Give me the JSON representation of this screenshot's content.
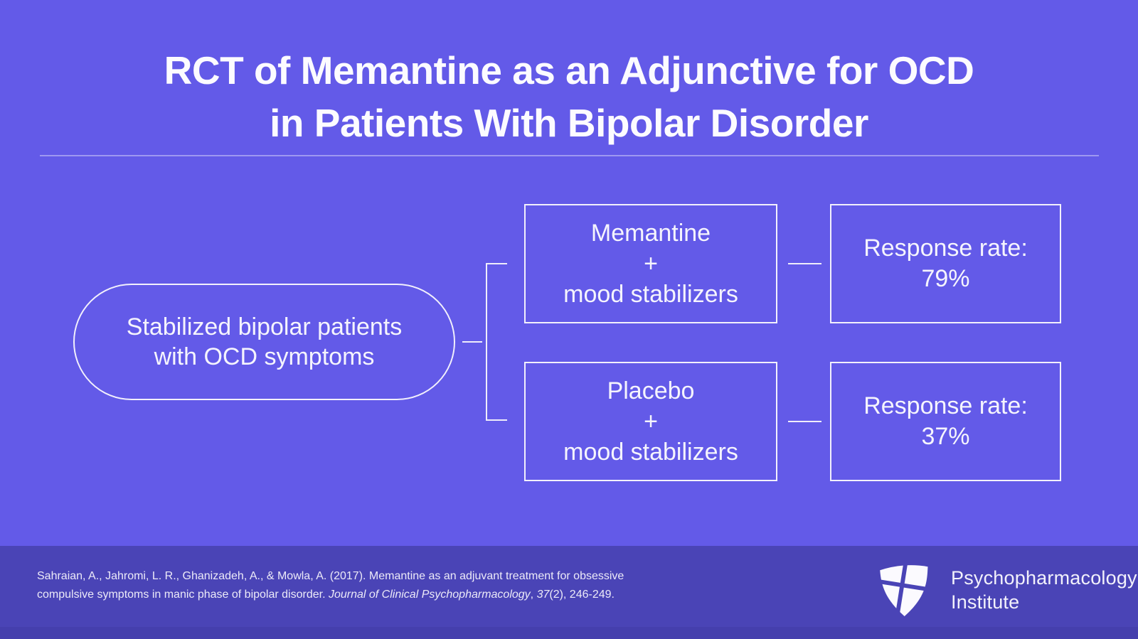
{
  "slide": {
    "title_line1": "RCT of Memantine as an Adjunctive for OCD",
    "title_line2": "in Patients With Bipolar Disorder"
  },
  "diagram": {
    "population": {
      "line1": "Stabilized bipolar patients",
      "line2": "with OCD symptoms"
    },
    "arms": [
      {
        "treatment_line1": "Memantine",
        "treatment_line2": "+",
        "treatment_line3": "mood stabilizers",
        "outcome_label": "Response rate:",
        "outcome_value": "79%"
      },
      {
        "treatment_line1": "Placebo",
        "treatment_line2": "+",
        "treatment_line3": "mood stabilizers",
        "outcome_label": "Response rate:",
        "outcome_value": "37%"
      }
    ]
  },
  "footer": {
    "citation": {
      "line1": "Sahraian, A., Jahromi, L. R., Ghanizadeh, A., & Mowla, A. (2017). Memantine as an adjuvant treatment for obsessive",
      "line2_plain": "compulsive symptoms in manic phase of bipolar disorder. ",
      "line2_journal_italic": "Journal of Clinical Psychopharmacology",
      "line2_mid": ", ",
      "line2_volume_italic": "37",
      "line2_end": "(2), 246-249."
    },
    "logo": {
      "icon": "shield-cross-icon",
      "name_line1": "Psychopharmacology",
      "name_line2": "Institute"
    }
  },
  "colors": {
    "background": "#635AE8",
    "footer_background": "#4A44B6",
    "footer_bottom_strip": "#453FAD",
    "stroke_and_text": "#F2F0FC",
    "divider": "#9D97F0"
  }
}
